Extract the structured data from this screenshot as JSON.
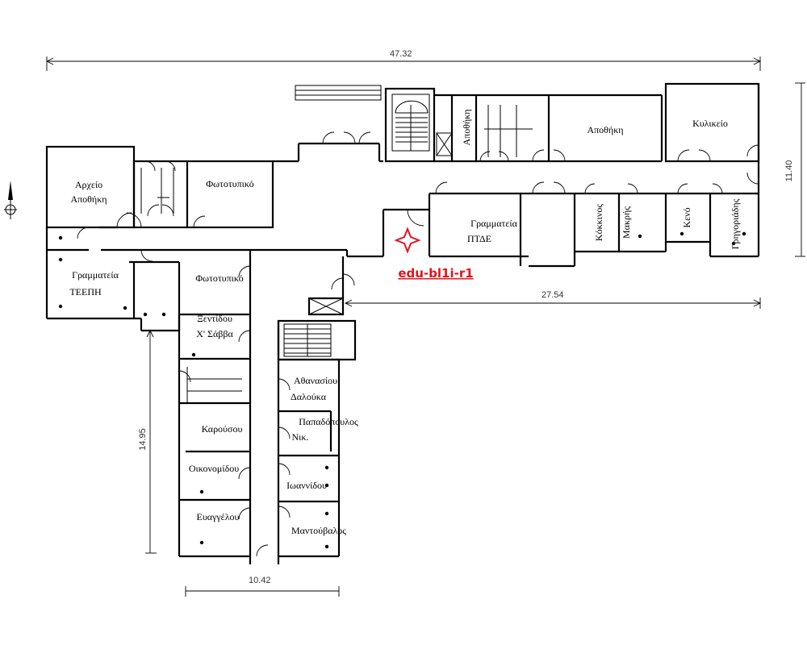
{
  "dimensions": {
    "top": "47.32",
    "right": "11.40",
    "middle": "27.54",
    "left_vertical": "14.95",
    "bottom": "10.42"
  },
  "rooms": {
    "archive": [
      "Αρχείο",
      "Αποθήκη"
    ],
    "copier_top": "Φωτοτυπικό",
    "secretariat_teepi": [
      "Γραμματεία",
      "ΤΕΕΠΗ"
    ],
    "copier_mid": "Φωτοτυπικό",
    "xentidou": [
      "Ξεντίδου",
      "Χ' Σάββα"
    ],
    "athanasiou": [
      "Αθανασίου",
      "Δαλούκα"
    ],
    "papadopoulos": [
      "Παπαδόπουλος",
      "Νικ."
    ],
    "karousou": "Καρούσου",
    "oikonomidou": "Οικονομίδου",
    "ioannidou": "Ιωαννίδου",
    "evangelou": "Ευαγγέλου",
    "mantouvalos": "Μαντούβαλος",
    "storage_small": "Αποθήκη",
    "storage_big": "Αποθήκη",
    "canteen": "Κυλικείο",
    "secretariat_ptde": [
      "Γραμματεία",
      "ΠΤΔΕ"
    ],
    "kokkinos": "Κόκκινος",
    "makris": "Μακρής",
    "keno": "Κενό",
    "grigoriadis": "Γρηγοριάδης"
  },
  "marker": {
    "label": "edu-bl1i-r1",
    "color": "#e0141e"
  },
  "icons": {
    "north": "north-arrow-icon",
    "marker": "location-star-icon"
  }
}
